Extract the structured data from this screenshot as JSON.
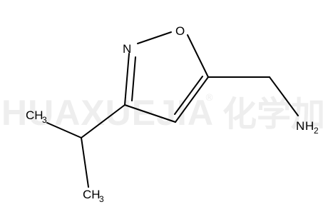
{
  "watermark": {
    "latin": "HUAXUEJIA",
    "registered": "®",
    "chinese": "化学加"
  },
  "molecule": {
    "atoms": {
      "ring_oxygen": "O",
      "ring_nitrogen": "N",
      "amine_n": "N",
      "amine_h": "H",
      "amine_sub": "2",
      "methyl_top_c": "CH",
      "methyl_top_sub": "3",
      "methyl_bottom_c": "CH",
      "methyl_bottom_sub": "3"
    }
  }
}
